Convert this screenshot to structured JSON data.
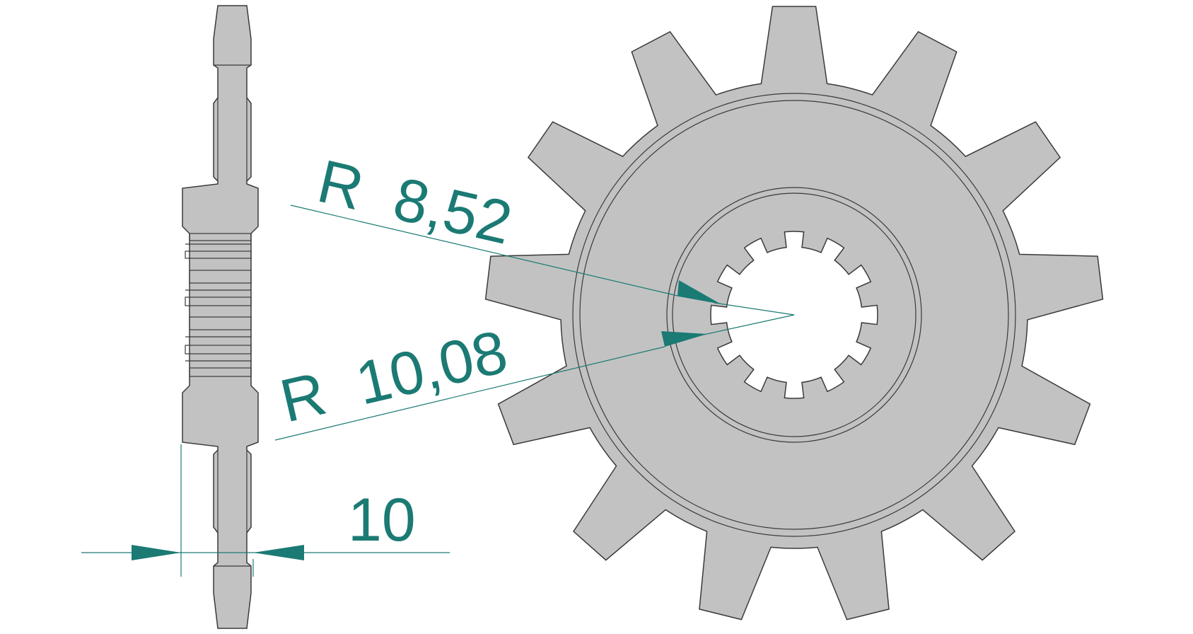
{
  "colors": {
    "part_fill": "#c2c2c2",
    "outline": "#3a3a3a",
    "dimension": "#1b7a74",
    "background": "#ffffff"
  },
  "dimensions": {
    "inner_radius_label": "R  8,52",
    "outer_radius_label": "R  10,08",
    "thickness_label": "10"
  },
  "sprocket": {
    "teeth": 13,
    "spline_teeth": 12
  }
}
